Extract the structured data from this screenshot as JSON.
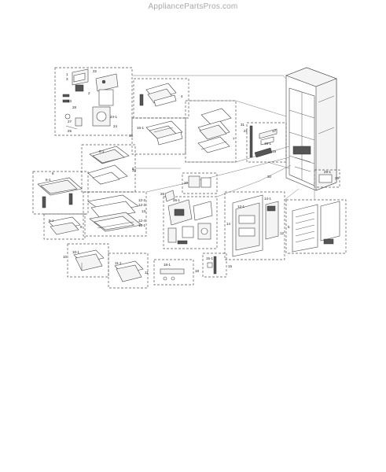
{
  "watermark": "AppliancePartsPros.com",
  "callouts": [
    {
      "id": "c1",
      "text": "1"
    },
    {
      "id": "c2",
      "text": "2"
    },
    {
      "id": "c3",
      "text": "3"
    },
    {
      "id": "c4",
      "text": "4"
    },
    {
      "id": "c5",
      "text": "5"
    },
    {
      "id": "c6",
      "text": "6"
    },
    {
      "id": "c7",
      "text": "7"
    },
    {
      "id": "c8",
      "text": "8"
    },
    {
      "id": "c9",
      "text": "9"
    },
    {
      "id": "c10",
      "text": "10"
    },
    {
      "id": "c11",
      "text": "11"
    },
    {
      "id": "c12",
      "text": "12"
    },
    {
      "id": "c13",
      "text": "13"
    },
    {
      "id": "c14",
      "text": "14"
    },
    {
      "id": "c15",
      "text": "15"
    },
    {
      "id": "c16",
      "text": "16"
    },
    {
      "id": "c17",
      "text": "17"
    },
    {
      "id": "c18",
      "text": "18"
    },
    {
      "id": "c19",
      "text": "19"
    },
    {
      "id": "c20",
      "text": "20"
    },
    {
      "id": "c21",
      "text": "21"
    },
    {
      "id": "c22",
      "text": "22"
    },
    {
      "id": "c23",
      "text": "23"
    },
    {
      "id": "c24",
      "text": "24"
    },
    {
      "id": "c25",
      "text": "25"
    },
    {
      "id": "c26",
      "text": "26"
    },
    {
      "id": "c27",
      "text": "27"
    },
    {
      "id": "c28",
      "text": "28"
    },
    {
      "id": "c29",
      "text": "29"
    },
    {
      "id": "c30",
      "text": "30"
    },
    {
      "id": "c31",
      "text": "31"
    },
    {
      "id": "c32",
      "text": "32"
    },
    {
      "id": "c61",
      "text": "6-1"
    },
    {
      "id": "c81",
      "text": "8-1"
    },
    {
      "id": "c91",
      "text": "9-1"
    },
    {
      "id": "c101",
      "text": "10-1"
    },
    {
      "id": "c111",
      "text": "11-1"
    },
    {
      "id": "c121",
      "text": "12-1"
    },
    {
      "id": "c122",
      "text": "12-2"
    },
    {
      "id": "c123",
      "text": "12-3"
    },
    {
      "id": "c124",
      "text": "12-4"
    },
    {
      "id": "c131",
      "text": "13-1"
    },
    {
      "id": "c141",
      "text": "14-1"
    },
    {
      "id": "c151",
      "text": "15-1"
    },
    {
      "id": "c161",
      "text": "16-1"
    },
    {
      "id": "c181",
      "text": "18-1"
    },
    {
      "id": "c191",
      "text": "19-1"
    },
    {
      "id": "c241",
      "text": "24-1"
    },
    {
      "id": "c261",
      "text": "26-1"
    },
    {
      "id": "c291",
      "text": "29-1"
    }
  ]
}
